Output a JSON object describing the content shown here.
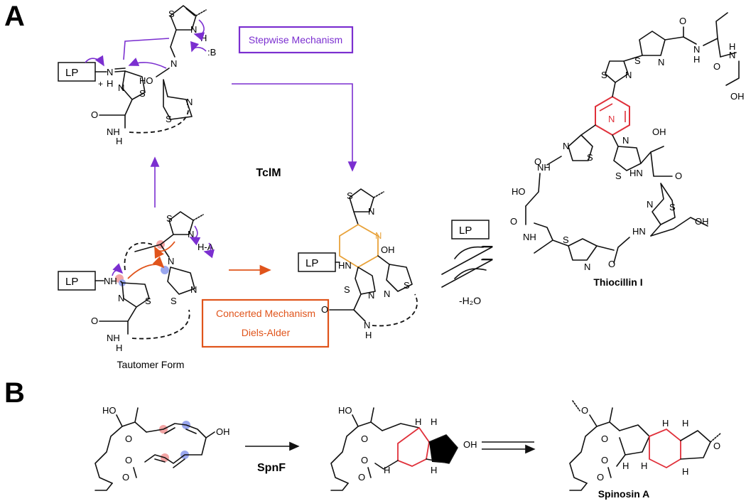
{
  "panels": {
    "a_label": "A",
    "b_label": "B"
  },
  "panel_a": {
    "stepwise_label": "Stepwise Mechanism",
    "concerted_line1": "Concerted Mechanism",
    "concerted_line2": "Diels-Alder",
    "enzyme": "TclM",
    "tautomer_caption": "Tautomer Form",
    "product_name": "Thiocillin I",
    "lp": "LP",
    "water_loss": "-H₂O",
    "base": ":B",
    "acid": "H-A",
    "plus": "+"
  },
  "panel_b": {
    "enzyme": "SpnF",
    "product_name": "Spinosin A"
  },
  "atoms": {
    "N": "N",
    "S": "S",
    "H": "H",
    "O": "O",
    "NH": "NH",
    "HN": "HN",
    "HO": "HO",
    "OH": "OH",
    "NH2": "N",
    "Hx": "H"
  },
  "colors": {
    "stepwise": "#7b2fd0",
    "concerted": "#e0541b",
    "pyridine": "#e0303a",
    "ring_new": "#e8a23a",
    "highlight_red": "#f3a5a5",
    "highlight_blue": "#9aa7ef"
  }
}
